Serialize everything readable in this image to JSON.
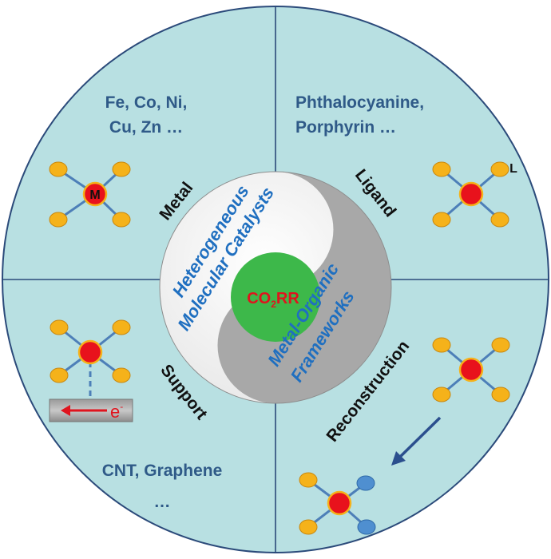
{
  "quadrants": {
    "metal": {
      "title": "Metal",
      "examples_line1": "Fe, Co, Ni,",
      "examples_line2": "Cu, Zn …",
      "center_atom_label": "M"
    },
    "ligand": {
      "title": "Ligand",
      "examples_line1": "Phthalocyanine,",
      "examples_line2": "Porphyrin …",
      "ligand_atom_label": "L"
    },
    "support": {
      "title": "Support",
      "examples_line1": "CNT, Graphene",
      "examples_line2": "…",
      "electron_label": "e",
      "electron_sup": "-"
    },
    "reconstruction": {
      "title": "Reconstruction"
    }
  },
  "center": {
    "core_main": "CO",
    "core_sub": "2",
    "core_tail": "RR",
    "white_half_line1": "Heterogeneous",
    "white_half_line2": "Molecular Catalysts",
    "gray_half_line1": "Metal-Organic",
    "gray_half_line2": "Frameworks"
  },
  "colors": {
    "disc": "#b8e0e2",
    "outline": "#2b4a7a",
    "atom_center": "#e8121c",
    "atom_outer": "#f5b21a",
    "atom_reconstructed": "#4f8fd0",
    "core": "#3db84a",
    "gray_half": "#a8a8a8"
  }
}
